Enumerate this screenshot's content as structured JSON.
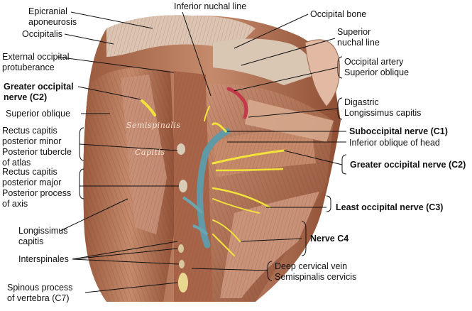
{
  "labels": {
    "epicranial_aponeurosis": [
      "Epicranial",
      "aponeurosis"
    ],
    "occipitalis": "Occipitalis",
    "external_occipital_protuberance": [
      "External occipital",
      "protuberance"
    ],
    "greater_occipital_nerve_left": [
      "Greater occipital",
      "nerve (C2)"
    ],
    "superior_oblique_left": "Superior oblique",
    "rectus_capitis_minor_group": [
      "Rectus capitis",
      "posterior minor",
      "Posterior tubercle",
      "of atlas"
    ],
    "rectus_capitis_major_group": [
      "Rectus capitis",
      "posterior major",
      "Posterior process",
      "of axis"
    ],
    "longissimus_capitis_left": [
      "Longissimus",
      "capitis"
    ],
    "interspinales": "Interspinales",
    "spinous_process_c7": [
      "Spinous process",
      "of vertebra (C7)"
    ],
    "inferior_nuchal_line": "Inferior nuchal line",
    "occipital_bone": "Occipital bone",
    "superior_nuchal_line": [
      "Superior",
      "nuchal line"
    ],
    "occipital_artery_group": [
      "Occipital artery",
      "Superior oblique"
    ],
    "digastric_group": [
      "Digastric",
      "Longissimus capitis"
    ],
    "suboccipital_nerve": "Suboccipital nerve (C1)",
    "inferior_oblique": "Inferior oblique of head",
    "greater_occipital_nerve_right": "Greater occipital nerve (C2)",
    "least_occipital_nerve": "Least occipital nerve (C3)",
    "nerve_c4": "Nerve C4",
    "deep_cervical_group": [
      "Deep cervical vein",
      "Semispinalis cervicis"
    ]
  },
  "in_image_text": {
    "semispinalis": "Semispinalis",
    "capitis": "Capitis"
  },
  "colors": {
    "muscle_dark": "#8a4a30",
    "muscle_mid": "#b87a5c",
    "muscle_light": "#d9a88c",
    "fascia": "#e8d2c2",
    "bone": "#d8cbb8",
    "nerve": "#f2e23a",
    "vein": "#5f9aa6",
    "artery": "#c23a4a"
  }
}
